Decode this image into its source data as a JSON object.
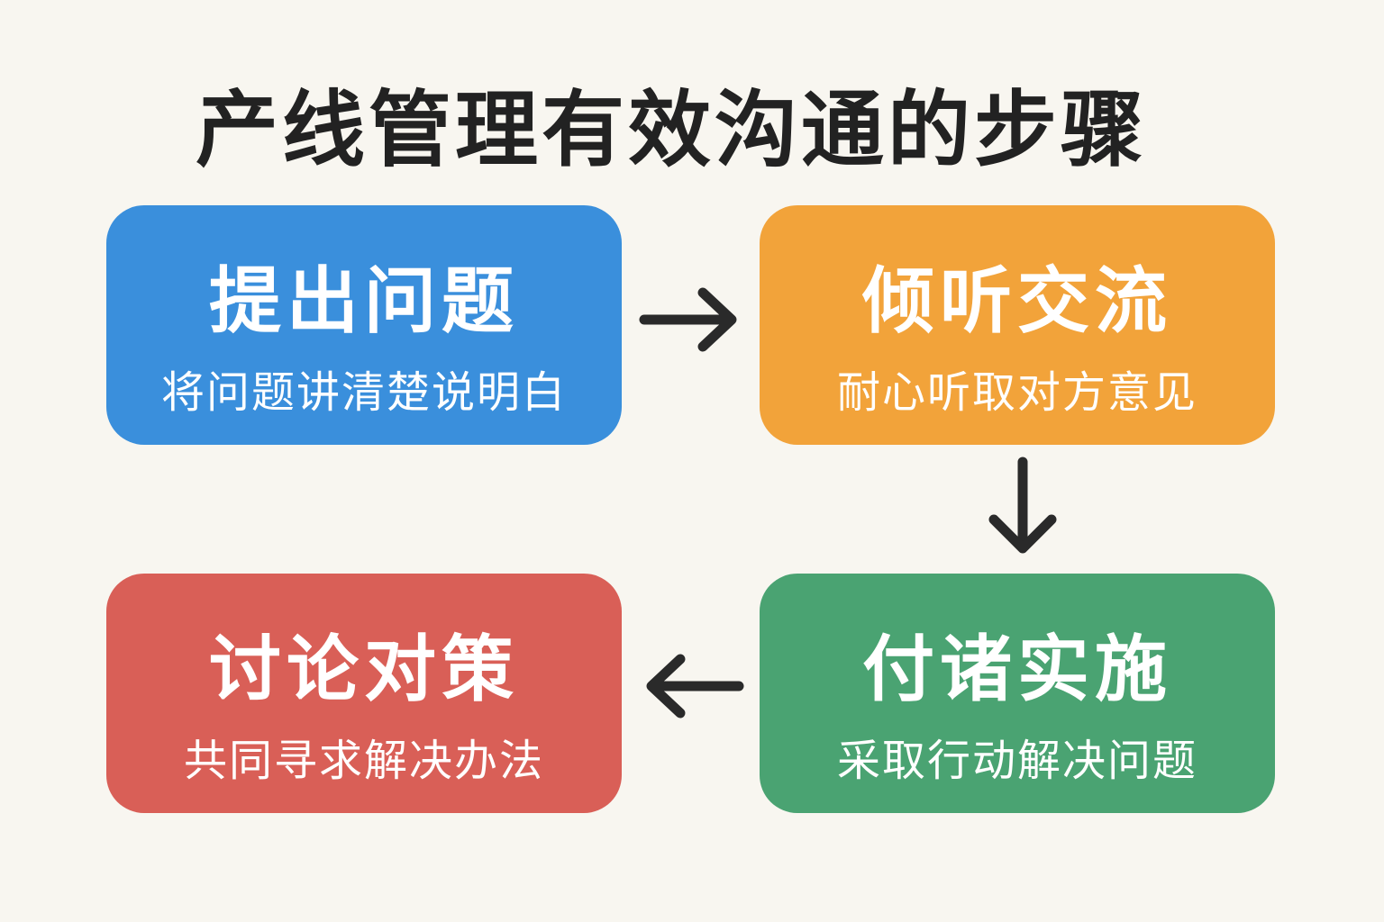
{
  "title": "产线管理有效沟通的步骤",
  "steps": [
    {
      "title": "提出问题",
      "desc": "将问题讲清楚说明白",
      "color": "#3a8fdc"
    },
    {
      "title": "倾听交流",
      "desc": "耐心听取对方意见",
      "color": "#f2a33a"
    },
    {
      "title": "付诸实施",
      "desc": "采取行动解决问题",
      "color": "#4aa372"
    },
    {
      "title": "讨论对策",
      "desc": "共同寻求解决办法",
      "color": "#d95f57"
    }
  ],
  "arrow_color": "#2a2a2a"
}
